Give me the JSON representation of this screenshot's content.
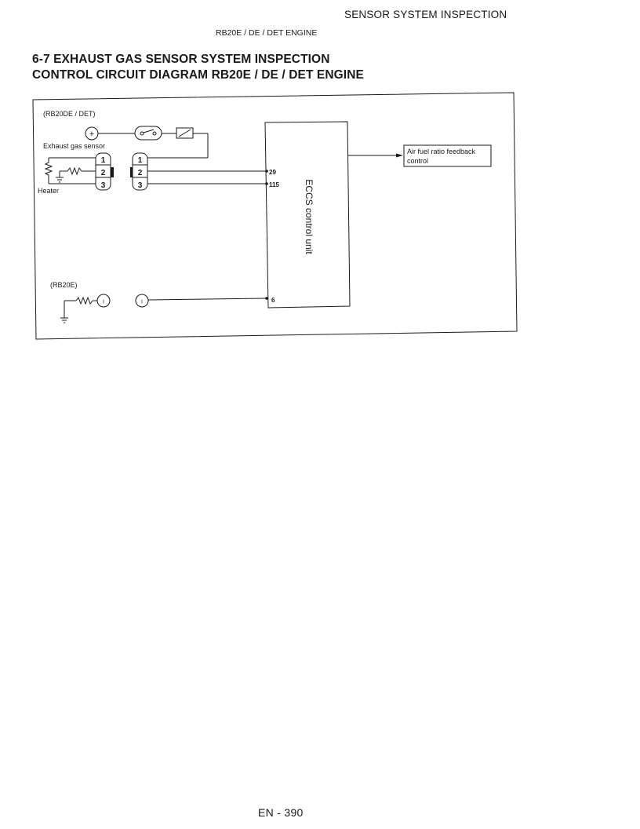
{
  "header": {
    "section": "SENSOR SYSTEM INSPECTION",
    "engine": "RB20E / DE / DET ENGINE"
  },
  "title": {
    "line1": "6-7   EXHAUST GAS SENSOR SYSTEM INSPECTION",
    "line2": "CONTROL CIRCUIT DIAGRAM RB20E / DE / DET ENGINE"
  },
  "diagram": {
    "variant_top": "(RB20DE / DET)",
    "variant_bottom": "(RB20E)",
    "sensor_label": "Exhaust gas sensor",
    "heater_label": "Heater",
    "plus_symbol": "+",
    "connector_pins": [
      "1",
      "2",
      "3"
    ],
    "single_pin": "I",
    "terminals": [
      "29",
      "115",
      "6"
    ],
    "ecu_label": "ECCS control unit",
    "output_line1": "Air fuel ratio feedback",
    "output_line2": "control"
  },
  "footer": {
    "page": "EN - 390"
  }
}
